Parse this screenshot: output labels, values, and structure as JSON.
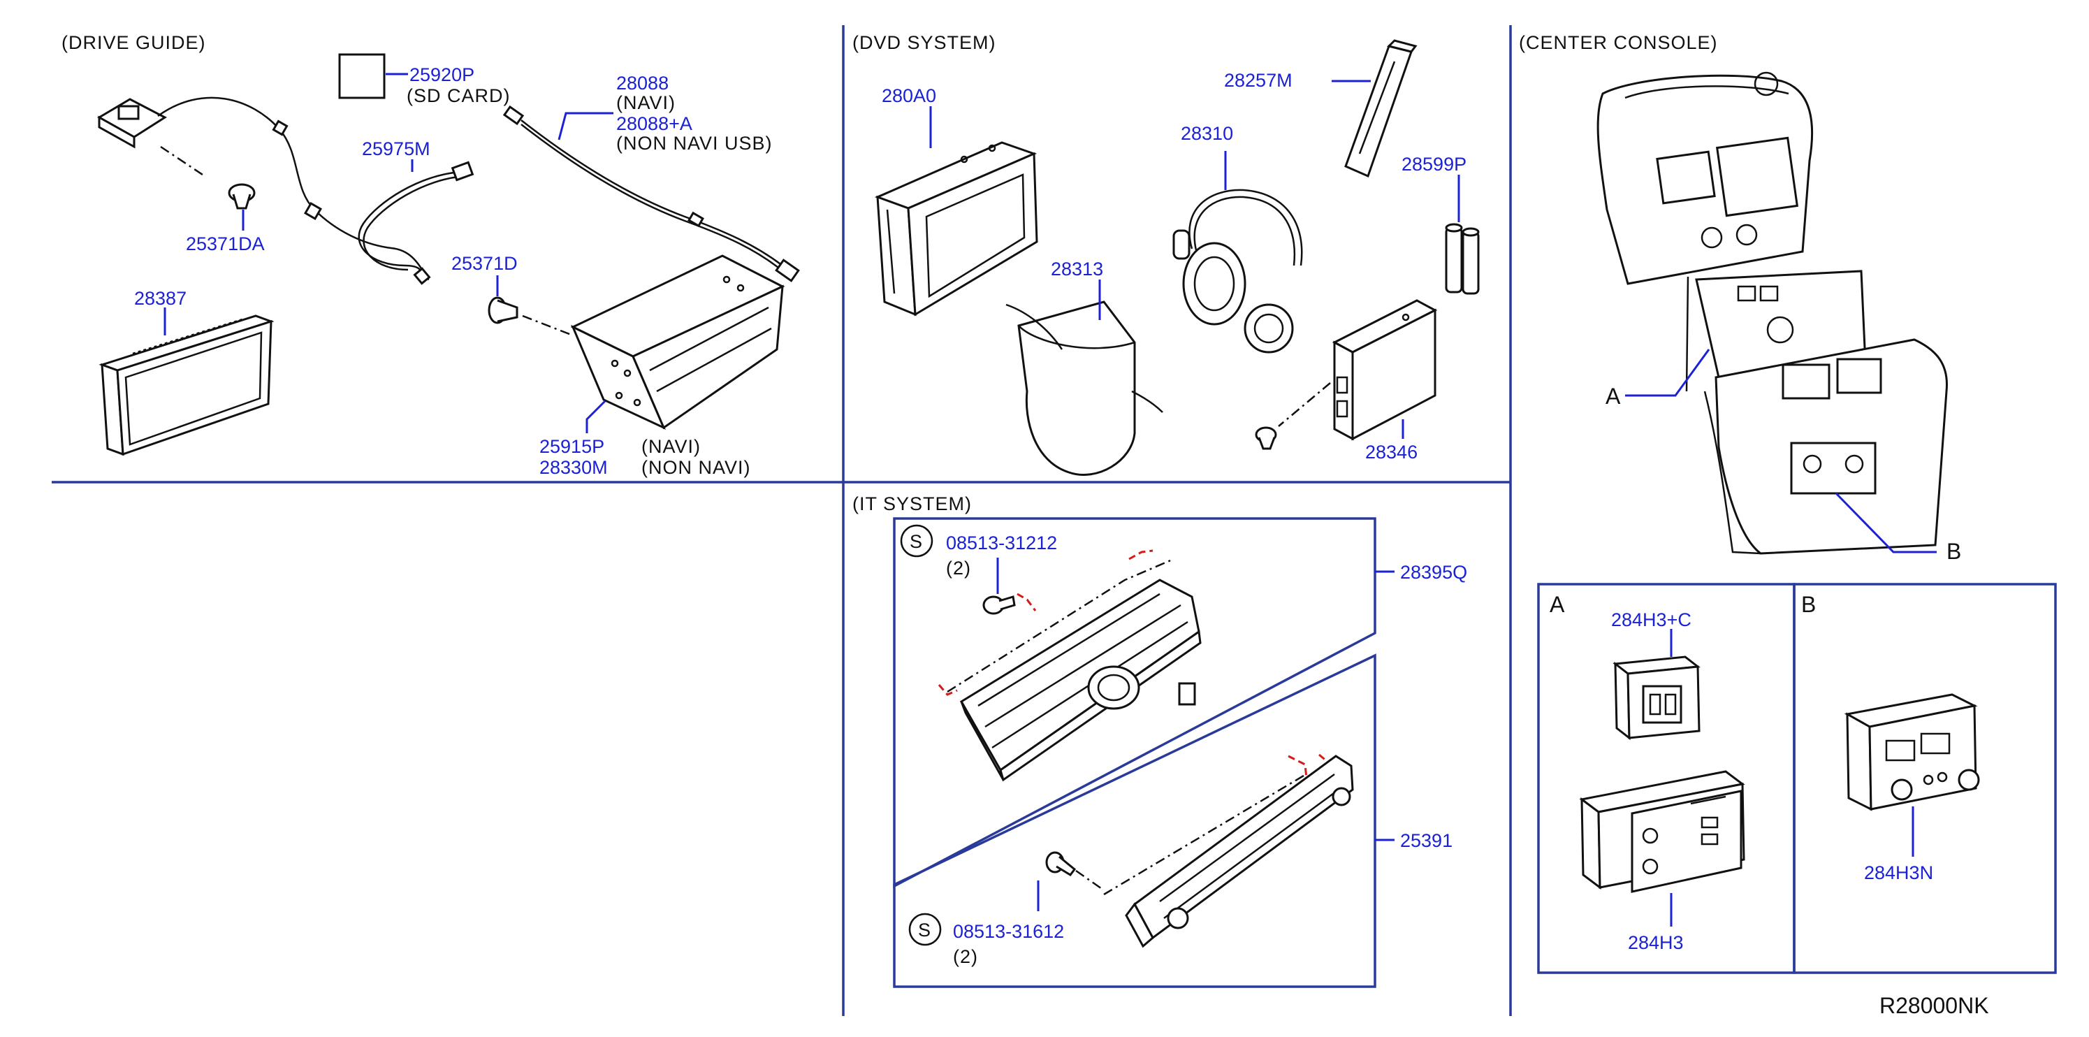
{
  "sections": {
    "drive_guide": "(DRIVE   GUIDE)",
    "dvd_system": "(DVD   SYSTEM)",
    "center_console": "(CENTER   CONSOLE)",
    "it_system": "(IT   SYSTEM)"
  },
  "drive_guide": {
    "p25920P": "25920P",
    "sd_card": "(SD   CARD)",
    "p28088": "28088",
    "navi": "(NAVI)",
    "p28088A": "28088+A",
    "non_navi_usb": "(NON   NAVI   USB)",
    "p25975M": "25975M",
    "p25371DA": "25371DA",
    "p25371D": "25371D",
    "p28387": "28387",
    "p25915P": "25915P",
    "p28330M": "28330M",
    "navi2": "(NAVI)",
    "non_navi": "(NON   NAVI)"
  },
  "dvd_system": {
    "p280A0": "280A0",
    "p28257M": "28257M",
    "p28310": "28310",
    "p28599P": "28599P",
    "p28313": "28313",
    "p28346": "28346"
  },
  "it_system": {
    "screw1_symbol": "S",
    "screw1_pn": "08513-31212",
    "screw1_qty": "(2)",
    "p28395Q": "28395Q",
    "p25391": "25391",
    "screw2_symbol": "S",
    "screw2_pn": "08513-31612",
    "screw2_qty": "(2)"
  },
  "center_console": {
    "callout_a": "A",
    "callout_b": "B",
    "detail_a_label": "A",
    "detail_b_label": "B",
    "p284H3C": "284H3+C",
    "p284H3": "284H3",
    "p284H3N": "284H3N"
  },
  "diagram_code": "R28000NK",
  "colors": {
    "part_number": "#1a22d4",
    "frame": "#2a3a9a",
    "hidden_line": "#d41a1a",
    "ink": "#111111"
  }
}
